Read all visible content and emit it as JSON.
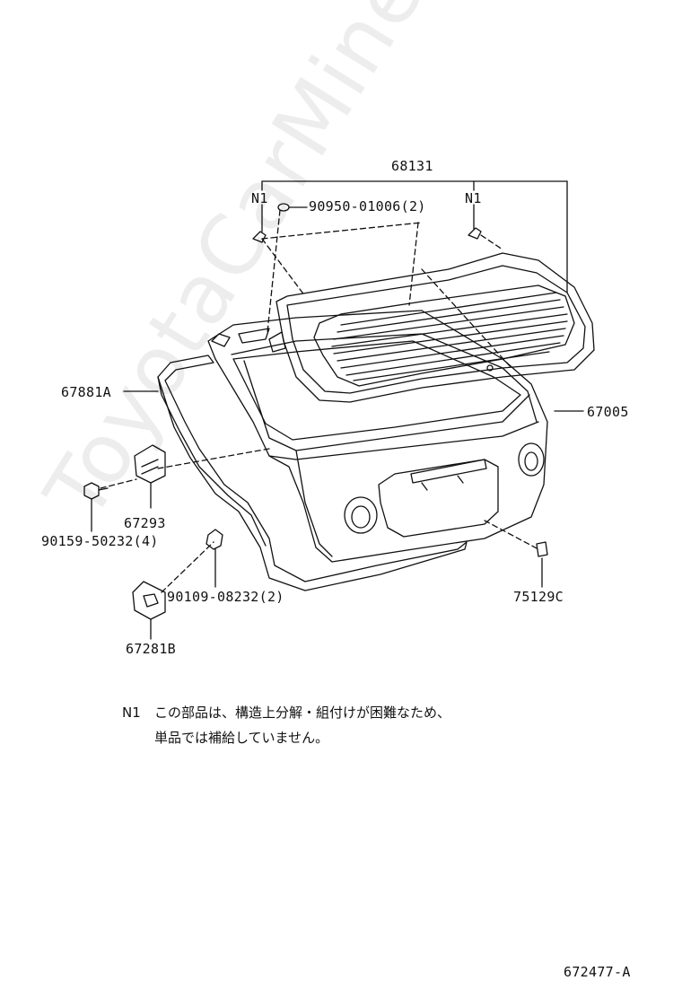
{
  "watermark": "ToyotaCarMine.ru",
  "parts": {
    "glass_assembly": "68131",
    "n1_left": "N1",
    "n1_right": "N1",
    "glass_clip": "90950-01006(2)",
    "weatherstrip": "67881A",
    "back_door_panel": "67005",
    "bolt_left": "90159-50232(4)",
    "hinge": "67293",
    "bolt_lower": "90109-08232(2)",
    "striker": "67281B",
    "emblem_plug": "75129C"
  },
  "note": {
    "marker": "N1",
    "line1": "この部品は、構造上分解・組付けが困難なため、",
    "line2": "単品では補給していません。"
  },
  "diagram_id": "672477-A"
}
